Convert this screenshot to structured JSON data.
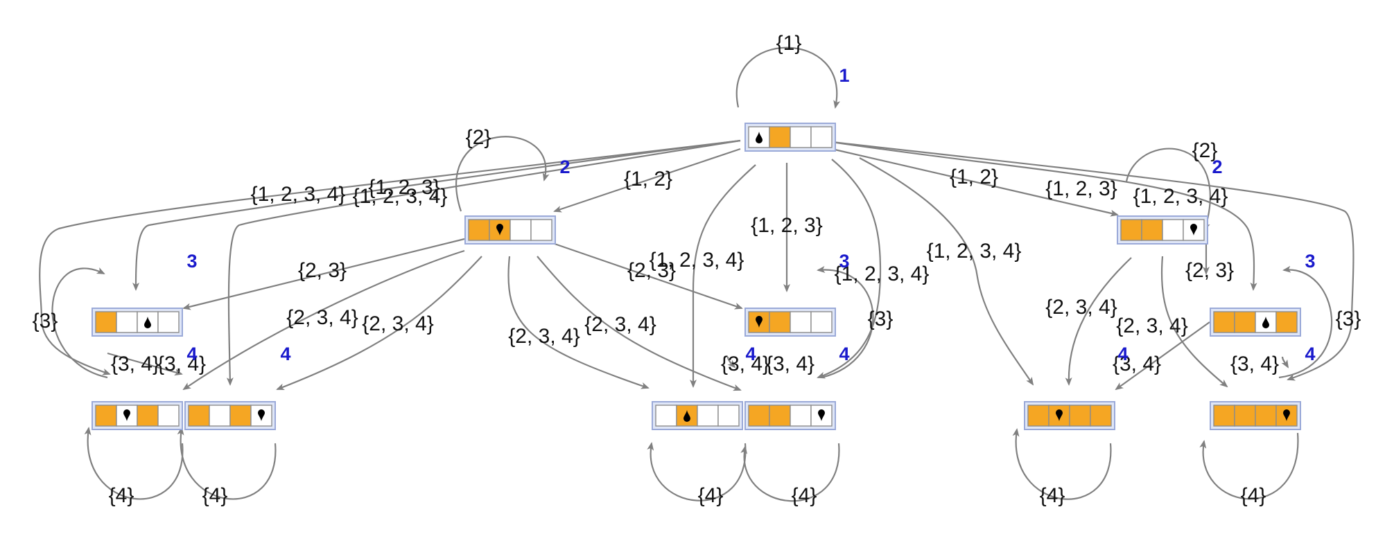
{
  "colors": {
    "filled": "#f5a623",
    "empty": "#ffffff",
    "edge": "#808080",
    "frame_fill": "#dfe6f7",
    "frame_stroke": "#9aa9d8",
    "port_label": "#1a1acc",
    "pointer": "#000000"
  },
  "icons": {
    "pointer": "drop-pointer-icon",
    "arrowhead": "arrowhead-icon"
  },
  "nodes": [
    {
      "id": "n1",
      "cells": [
        0,
        1,
        0,
        0
      ],
      "pointer": 0,
      "pointer_dir": "up"
    },
    {
      "id": "n2",
      "cells": [
        1,
        1,
        0,
        0
      ],
      "pointer": 1,
      "pointer_dir": "down"
    },
    {
      "id": "n3",
      "cells": [
        1,
        0,
        0,
        0
      ],
      "pointer": 2,
      "pointer_dir": "up"
    },
    {
      "id": "n4",
      "cells": [
        1,
        1,
        0,
        0
      ],
      "pointer": 0,
      "pointer_dir": "down"
    },
    {
      "id": "n5",
      "cells": [
        1,
        1,
        0,
        0
      ],
      "pointer": 3,
      "pointer_dir": "down"
    },
    {
      "id": "n6",
      "cells": [
        1,
        1,
        0,
        1
      ],
      "pointer": 2,
      "pointer_dir": "up"
    },
    {
      "id": "n7",
      "cells": [
        1,
        0,
        1,
        0
      ],
      "pointer": 1,
      "pointer_dir": "down"
    },
    {
      "id": "n8",
      "cells": [
        1,
        0,
        1,
        0
      ],
      "pointer": 3,
      "pointer_dir": "down"
    },
    {
      "id": "n9",
      "cells": [
        0,
        1,
        0,
        0
      ],
      "pointer": 1,
      "pointer_dir": "up"
    },
    {
      "id": "n10",
      "cells": [
        1,
        1,
        0,
        0
      ],
      "pointer": 3,
      "pointer_dir": "down"
    },
    {
      "id": "n11",
      "cells": [
        1,
        1,
        1,
        1
      ],
      "pointer": 1,
      "pointer_dir": "down"
    },
    {
      "id": "n12",
      "cells": [
        1,
        1,
        1,
        1
      ],
      "pointer": 3,
      "pointer_dir": "down"
    }
  ],
  "edge_labels": {
    "l1": "{1}",
    "l2": "{1, 2, 3, 4}",
    "l3": "{1, 2, 3}",
    "l4": "{1, 2, 3, 4}",
    "l5": "{2}",
    "l6": "{1, 2}",
    "l7": "{1, 2, 3}",
    "l8": "{1, 2, 3, 4}",
    "l9": "{1, 2, 3, 4}",
    "l10": "{1, 2, 3, 4}",
    "l11": "{1, 2}",
    "l12": "{1, 2, 3}",
    "l13": "{1, 2, 3, 4}",
    "l14": "{2}",
    "l15": "{2, 3}",
    "l16": "{2, 3}",
    "l17": "{2, 3, 4}",
    "l18": "{2, 3, 4}",
    "l19": "{2, 3, 4}",
    "l20": "{2, 3, 4}",
    "l21": "{3}",
    "l22": "{3}",
    "l23": "{2, 3}",
    "l24": "{2, 3, 4}",
    "l25": "{2, 3, 4}",
    "l26": "{3}",
    "l27": "{3, 4}",
    "l28": "{3, 4}",
    "l29": "{3, 4}",
    "l30": "{3, 4}",
    "l31": "{3, 4}",
    "l32": "{3, 4}",
    "l33": "{4}",
    "l34": "{4}",
    "l35": "{4}",
    "l36": "{4}",
    "l37": "{4}",
    "l38": "{4}"
  },
  "port_labels": {
    "p1": "1",
    "p2": "2",
    "p3": "2",
    "p4": "3",
    "p5": "3",
    "p6": "3",
    "p7": "4",
    "p8": "4",
    "p9": "4",
    "p10": "4",
    "p11": "4",
    "p12": "4"
  }
}
